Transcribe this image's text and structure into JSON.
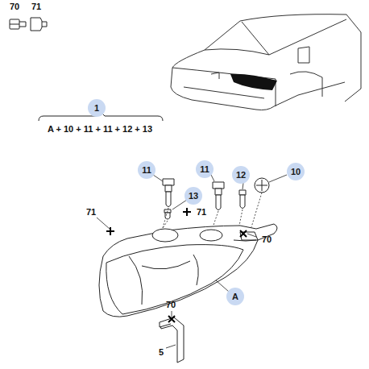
{
  "diagram": {
    "nodes": [
      {
        "text": [
          "1"
        ]
      },
      {
        "text": [
          "11"
        ]
      },
      {
        "text": [
          "11"
        ]
      },
      {
        "text": [
          "12"
        ]
      },
      {
        "text": [
          "10"
        ]
      },
      {
        "text": [
          "13"
        ]
      },
      {
        "text": [
          "A"
        ]
      }
    ],
    "labels": [
      "70",
      "71",
      "A + 10 + 11 + 11 + 12 + 13",
      "71",
      "71",
      "70",
      "70",
      "5"
    ]
  }
}
